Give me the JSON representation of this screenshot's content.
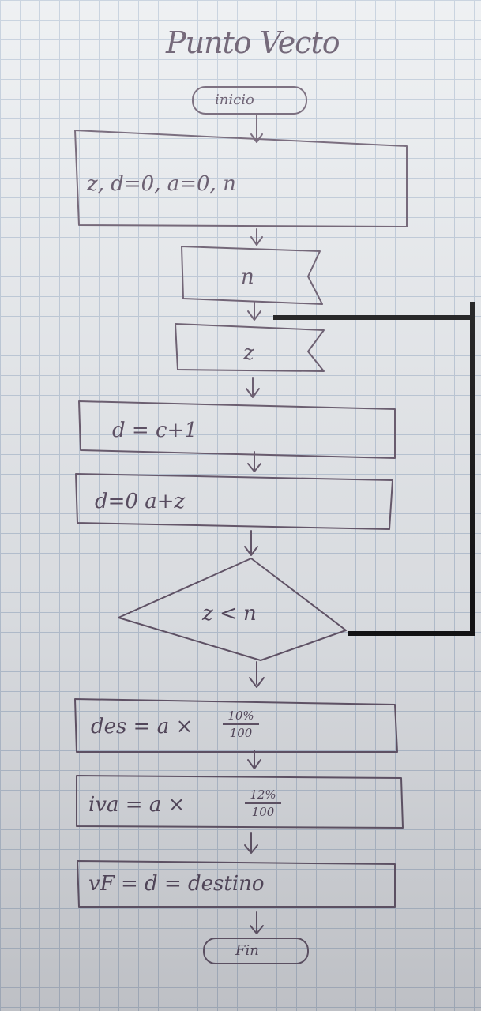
{
  "title": "Punto Vecto",
  "start_label": "inicio",
  "end_label": "Fin",
  "steps": {
    "init": "z, d=0, a=0, n",
    "input_n": "n",
    "input_z": "z",
    "assign_d": "d = c+1",
    "assign_a": "d=0 a+z",
    "decision": "z < n",
    "descuento_lhs": "des = a ×",
    "descuento_num": "10%",
    "descuento_den": "100",
    "iva_lhs": "iva = a ×",
    "iva_num": "12%",
    "iva_den": "100",
    "final": "vF = d = destino"
  },
  "colors": {
    "ink": "#5a4a5f",
    "loop_line": "#000000",
    "paper": "#e9ecef",
    "grid": "#b9c6d6"
  }
}
